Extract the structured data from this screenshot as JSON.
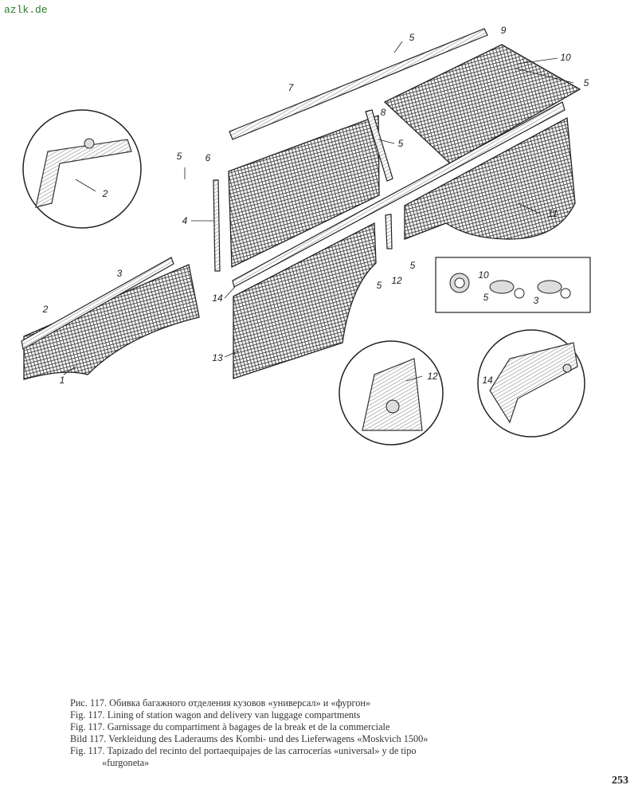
{
  "watermark": "azlk.de",
  "callouts": {
    "c5a": "5",
    "c7": "7",
    "c9": "9",
    "c10a": "10",
    "c5b": "5",
    "c8": "8",
    "c5c": "5",
    "c5d": "5",
    "c6": "6",
    "c4": "4",
    "c11": "11",
    "c2a": "2",
    "c3a": "3",
    "c2b": "2",
    "c1": "1",
    "c14a": "14",
    "c13": "13",
    "c5e": "5",
    "c12a": "12",
    "c5f": "5",
    "c10b": "10",
    "c5g": "5",
    "c3b": "3",
    "c12b": "12",
    "c14b": "14"
  },
  "caption": {
    "ru": "Рис. 117. Обивка багажного отделения кузовов «универсал» и «фургон»",
    "en": "Fig. 117. Lining of station wagon and delivery van luggage compartments",
    "fr": "Fig. 117. Garnissage du compartiment à bagages de la break et de la commerciale",
    "de": "Bild 117. Verkleidung des Laderaums des Kombi- und des Lieferwagens «Moskvich 1500»",
    "es": "Fig. 117. Tapizado del recinto del portaequipajes de las carrocerías «universal» y de tipo",
    "es_cont": "«furgoneta»"
  },
  "page_number": "253"
}
